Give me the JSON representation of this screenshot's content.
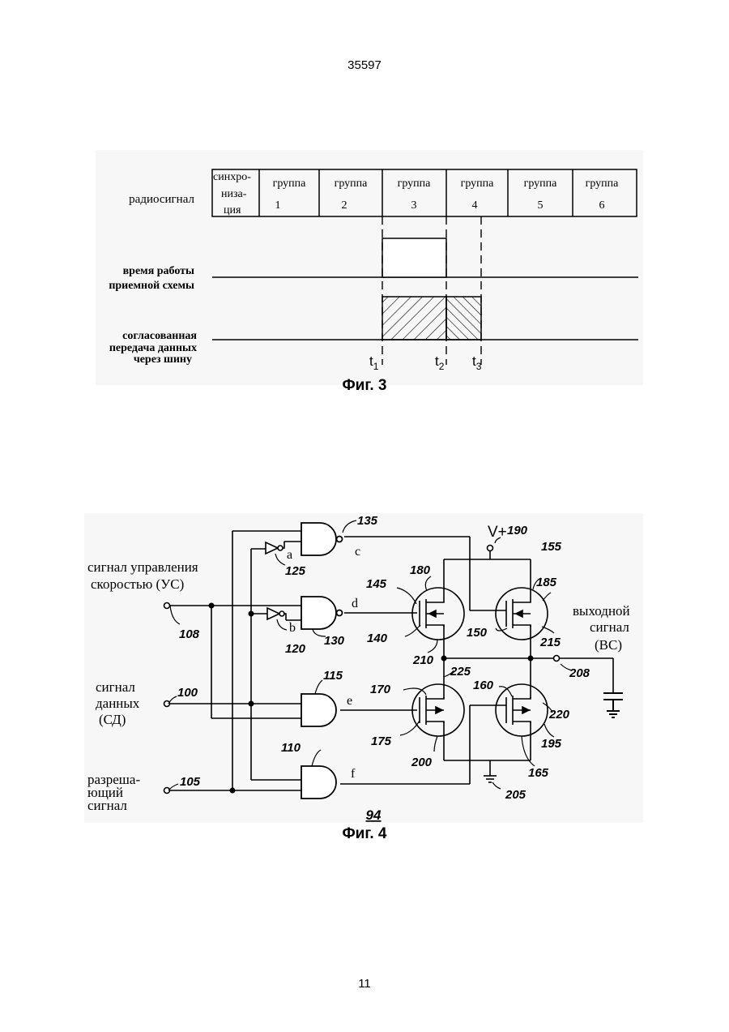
{
  "page": {
    "doc_number": "35597",
    "page_number": "11"
  },
  "fig3": {
    "caption": "Фиг. 3",
    "row_label_radio": "радиосигнал",
    "row_label_rx_1": "время работы",
    "row_label_rx_2": "приемной схемы",
    "row_label_bus_1": "согласованная",
    "row_label_bus_2": "передача данных",
    "row_label_bus_3": "через шину",
    "sync_1": "синхро-",
    "sync_2": "низа-",
    "sync_3": "ция",
    "groups": [
      {
        "word": "группа",
        "num": "1"
      },
      {
        "word": "группа",
        "num": "2"
      },
      {
        "word": "группа",
        "num": "3"
      },
      {
        "word": "группа",
        "num": "4"
      },
      {
        "word": "группа",
        "num": "5"
      },
      {
        "word": "группа",
        "num": "6"
      }
    ],
    "t_labels": [
      {
        "t": "t",
        "sub": "1"
      },
      {
        "t": "t",
        "sub": "2"
      },
      {
        "t": "t",
        "sub": "3"
      }
    ]
  },
  "fig4": {
    "caption": "Фиг. 4",
    "circuit_ref": "94",
    "input_speed_1": "сигнал управления",
    "input_speed_2": "скоростью (УС)",
    "input_data_1": "сигнал",
    "input_data_2": "данных",
    "input_data_3": "(СД)",
    "input_enable_1": "разреша-",
    "input_enable_2": "ющий",
    "input_enable_3": "сигнал",
    "output_1": "выходной",
    "output_2": "сигнал",
    "output_3": "(ВС)",
    "supply": "V+",
    "signals": {
      "a": "a",
      "b": "b",
      "c": "c",
      "d": "d",
      "e": "e",
      "f": "f"
    },
    "refs": {
      "r100": "100",
      "r105": "105",
      "r108": "108",
      "r110": "110",
      "r115": "115",
      "r120": "120",
      "r125": "125",
      "r130": "130",
      "r135": "135",
      "r140": "140",
      "r145": "145",
      "r150": "150",
      "r155": "155",
      "r160": "160",
      "r165": "165",
      "r170": "170",
      "r175": "175",
      "r180": "180",
      "r185": "185",
      "r190": "190",
      "r195": "195",
      "r200": "200",
      "r205": "205",
      "r208": "208",
      "r210": "210",
      "r215": "215",
      "r220": "220",
      "r225": "225"
    }
  }
}
